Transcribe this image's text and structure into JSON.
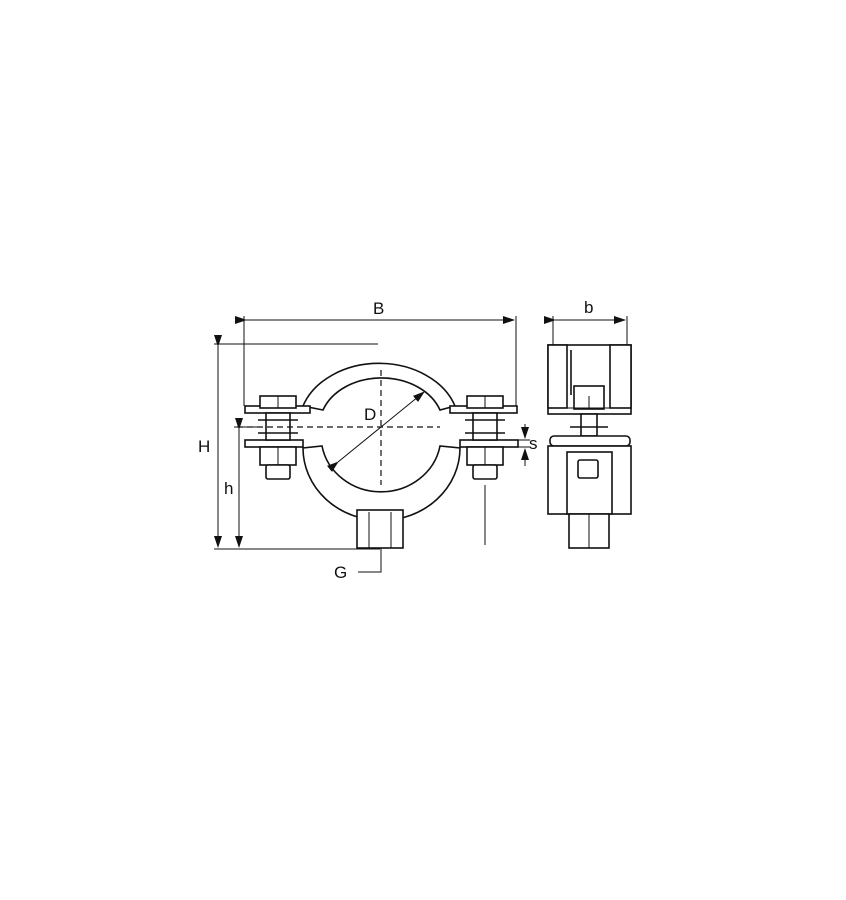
{
  "drawing": {
    "subject": "pipe clamp technical drawing",
    "labels": {
      "B": "B",
      "b": "b",
      "H": "H",
      "h": "h",
      "D": "D",
      "s": "s",
      "G": "G"
    }
  }
}
